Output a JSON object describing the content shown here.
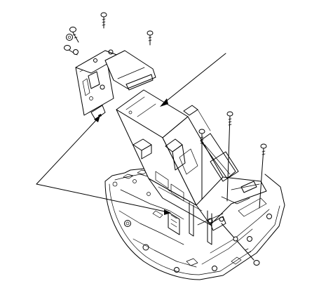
{
  "figure": {
    "background": "#ffffff",
    "line_color": "#000000",
    "parts": [
      "upper-bracket",
      "main-unit-module",
      "lower-housing",
      "mounting-screws",
      "callout-leaders"
    ]
  }
}
